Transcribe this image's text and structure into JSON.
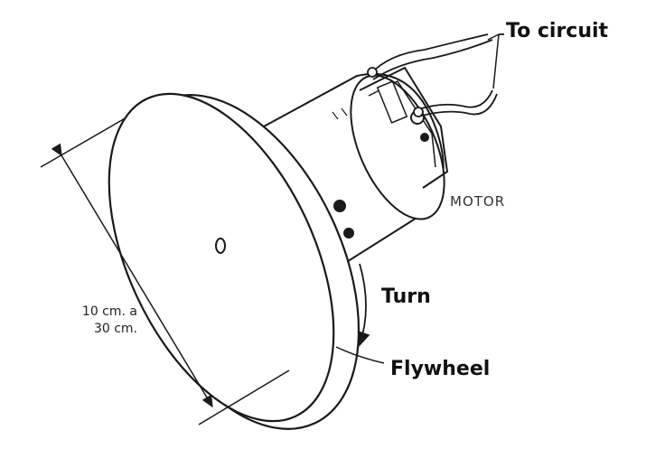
{
  "labels": {
    "to_circuit": "To circuit",
    "motor": "MOTOR",
    "turn": "Turn",
    "flywheel": "Flywheel",
    "size_line1": "10 cm. a",
    "size_line2": "30 cm."
  },
  "colors": {
    "line": "#1a1a1a",
    "background": "#ffffff"
  }
}
